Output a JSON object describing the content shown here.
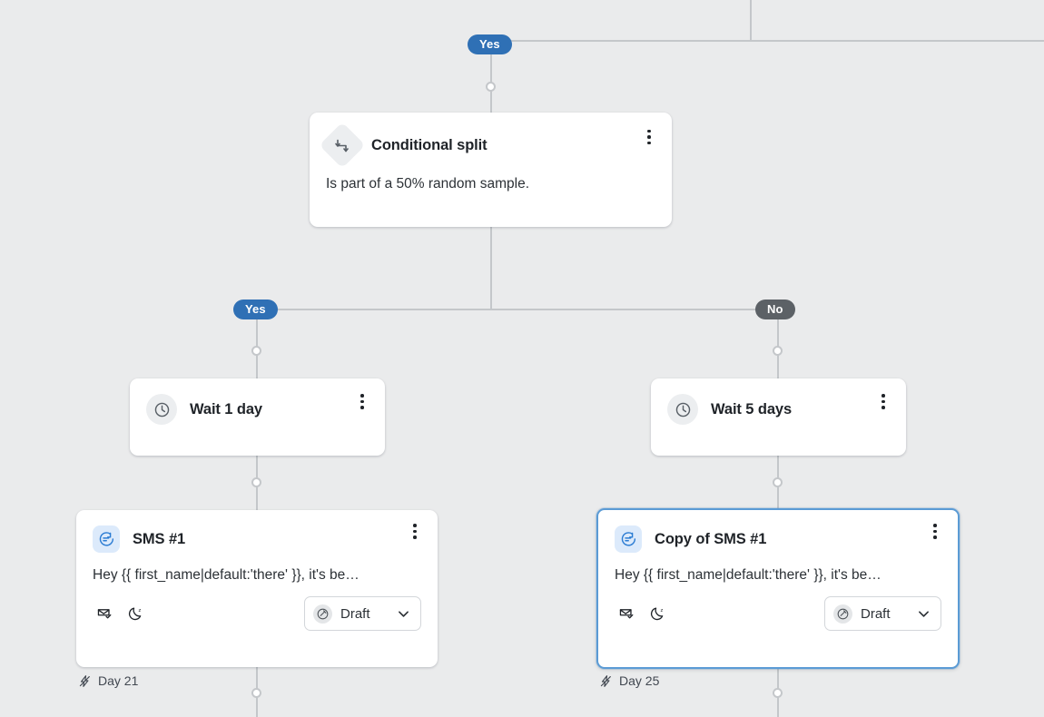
{
  "canvas": {
    "background_color": "#eaebec",
    "line_color": "#c4c7ca"
  },
  "branch_badges": {
    "top_yes": "Yes",
    "left_yes": "Yes",
    "right_no": "No",
    "yes_color": "#2f70b5",
    "no_color": "#5c6166"
  },
  "nodes": {
    "conditional_split": {
      "icon": "conditional-split-icon",
      "title": "Conditional split",
      "description": "Is part of a 50% random sample.",
      "menu": "more-options"
    },
    "wait_left": {
      "icon": "clock-icon",
      "title": "Wait 1 day",
      "menu": "more-options"
    },
    "wait_right": {
      "icon": "clock-icon",
      "title": "Wait 5 days",
      "menu": "more-options"
    },
    "sms_left": {
      "icon": "sms-message-icon",
      "title": "SMS #1",
      "preview": "Hey {{ first_name|default:'there' }}, it's be…",
      "foot_icons": [
        "smart-sending-icon",
        "quiet-hours-icon"
      ],
      "status": "Draft",
      "day_tag": "Day 21",
      "selected": false
    },
    "sms_right": {
      "icon": "sms-message-icon",
      "title": "Copy of SMS #1",
      "preview": "Hey {{ first_name|default:'there' }}, it's be…",
      "foot_icons": [
        "smart-sending-icon",
        "quiet-hours-icon"
      ],
      "status": "Draft",
      "day_tag": "Day 25",
      "selected": true,
      "selection_color": "#5b9bd5"
    }
  }
}
